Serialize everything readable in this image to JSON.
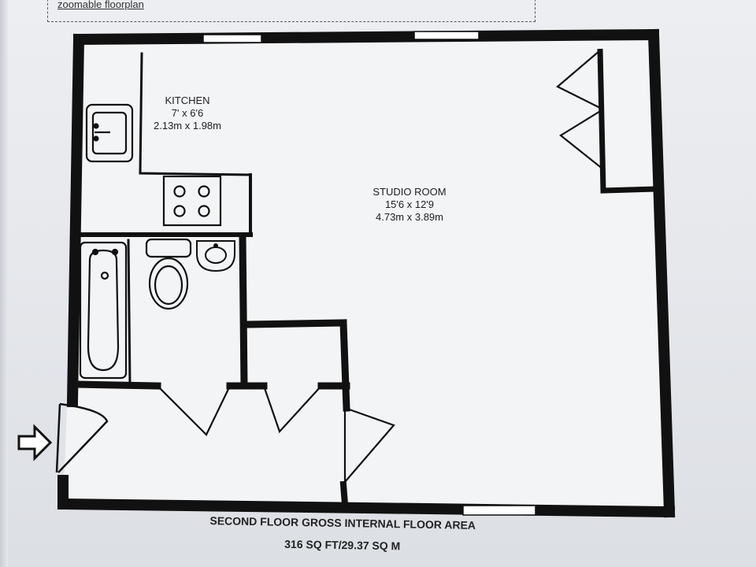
{
  "header": {
    "link_text": "zoomable floorplan"
  },
  "rooms": {
    "kitchen": {
      "name": "KITCHEN",
      "imperial": "7' x 6'6",
      "metric": "2.13m x 1.98m"
    },
    "studio": {
      "name": "STUDIO ROOM",
      "imperial": "15'6 x 12'9",
      "metric": "4.73m x 3.89m"
    }
  },
  "footer": {
    "line1": "SECOND FLOOR GROSS INTERNAL FLOOR AREA",
    "line2": "316 SQ FT/29.37 SQ M"
  },
  "colors": {
    "wall": "#111111",
    "paper": "#e9ebef",
    "floor": "#f4f5f7"
  },
  "icons": [
    "sink-icon",
    "hob-icon",
    "bathtub-icon",
    "toilet-icon",
    "basin-icon",
    "entrance-arrow-icon"
  ]
}
